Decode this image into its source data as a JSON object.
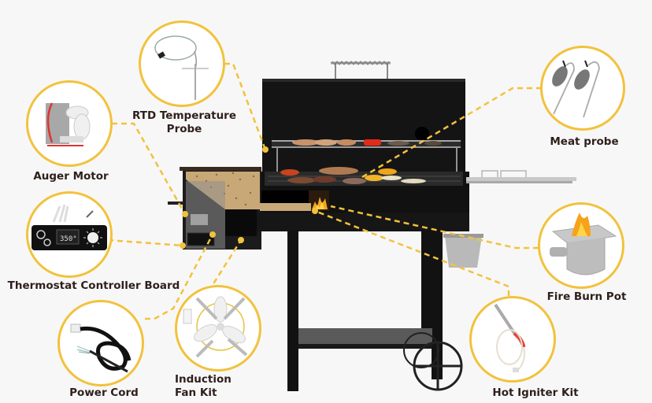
{
  "theme": {
    "accent": "#f2c23c",
    "label_color": "#2e1f1c",
    "background": "#f7f7f7",
    "grill_body": "#141414"
  },
  "parts": [
    {
      "id": "rtd-probe",
      "label_line1": "RTD Temperature",
      "label_line2": "Probe",
      "icon": "rtd-temperature-probe-icon"
    },
    {
      "id": "auger-motor",
      "label_line1": "Auger Motor",
      "icon": "auger-motor-icon"
    },
    {
      "id": "thermostat",
      "label_line1": "Thermostat Controller Board",
      "icon": "controller-board-icon",
      "display_value": "350°"
    },
    {
      "id": "power-cord",
      "label_line1": "Power Cord",
      "icon": "power-cord-icon"
    },
    {
      "id": "induction-fan",
      "label_line1": "Induction",
      "label_line2": "Fan Kit",
      "icon": "induction-fan-icon"
    },
    {
      "id": "meat-probe",
      "label_line1": "Meat probe",
      "icon": "meat-probe-icon"
    },
    {
      "id": "fire-burn-pot",
      "label_line1": "Fire Burn Pot",
      "icon": "fire-burn-pot-icon"
    },
    {
      "id": "hot-igniter",
      "label_line1": "Hot Igniter Kit",
      "icon": "hot-igniter-icon"
    }
  ],
  "center_image": {
    "subject": "pellet grill smoker",
    "icon": "pellet-grill-icon"
  }
}
